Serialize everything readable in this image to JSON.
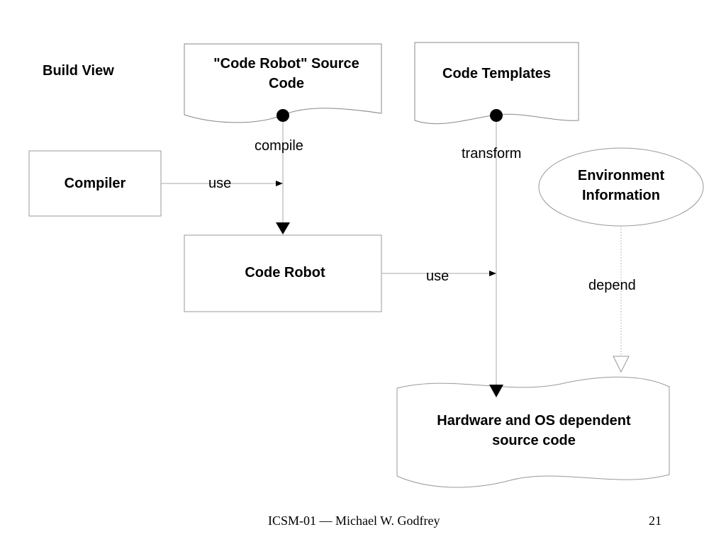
{
  "title": "Build View",
  "nodes": {
    "robot_source": "\"Code Robot\" Source\nCode",
    "templates": "Code Templates",
    "compiler": "Compiler",
    "environment": "Environment\nInformation",
    "code_robot": "Code Robot",
    "hw_os_source": "Hardware and OS dependent\nsource code"
  },
  "edges": {
    "compile": "compile",
    "use_compiler": "use",
    "transform": "transform",
    "use_robot": "use",
    "depend": "depend"
  },
  "footer": {
    "text": "ICSM-01 — Michael W. Godfrey",
    "page": "21"
  }
}
